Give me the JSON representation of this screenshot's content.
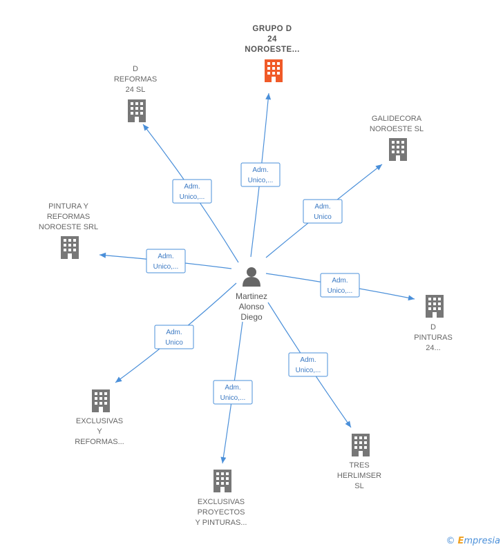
{
  "colors": {
    "edge": "#4a8fd9",
    "building_default": "#777777",
    "building_main": "#f05a28",
    "person": "#666666"
  },
  "person": {
    "name_lines": [
      "Martinez",
      "Alonso",
      "Diego"
    ],
    "icon": "person-icon"
  },
  "companies": [
    {
      "id": "grupo-d24",
      "lines": [
        "GRUPO D",
        "24",
        "NOROESTE..."
      ],
      "main": true,
      "edge": [
        "Adm.",
        "Unico,..."
      ]
    },
    {
      "id": "d-reformas",
      "lines": [
        "D",
        "REFORMAS",
        "24  SL"
      ],
      "main": false,
      "edge": [
        "Adm.",
        "Unico,..."
      ]
    },
    {
      "id": "galidecora",
      "lines": [
        "GALIDECORA",
        "NOROESTE  SL"
      ],
      "main": false,
      "edge": [
        "Adm.",
        "Unico"
      ]
    },
    {
      "id": "pintura-reformas",
      "lines": [
        "PINTURA Y",
        "REFORMAS",
        "NOROESTE SRL"
      ],
      "main": false,
      "edge": [
        "Adm.",
        "Unico,..."
      ]
    },
    {
      "id": "d-pinturas",
      "lines": [
        "D",
        "PINTURAS",
        "24..."
      ],
      "main": false,
      "edge": [
        "Adm.",
        "Unico,..."
      ]
    },
    {
      "id": "exclusivas-reformas",
      "lines": [
        "EXCLUSIVAS",
        "Y",
        "REFORMAS..."
      ],
      "main": false,
      "edge": [
        "Adm.",
        "Unico"
      ]
    },
    {
      "id": "tres-herlimser",
      "lines": [
        "TRES",
        "HERLIMSER",
        "SL"
      ],
      "main": false,
      "edge": [
        "Adm.",
        "Unico,..."
      ]
    },
    {
      "id": "exclusivas-proyectos",
      "lines": [
        "EXCLUSIVAS",
        "PROYECTOS",
        "Y PINTURAS..."
      ],
      "main": false,
      "edge": [
        "Adm.",
        "Unico,..."
      ]
    }
  ],
  "footer": {
    "copyright": "©",
    "brand_first": "E",
    "brand_rest": "mpresia"
  }
}
